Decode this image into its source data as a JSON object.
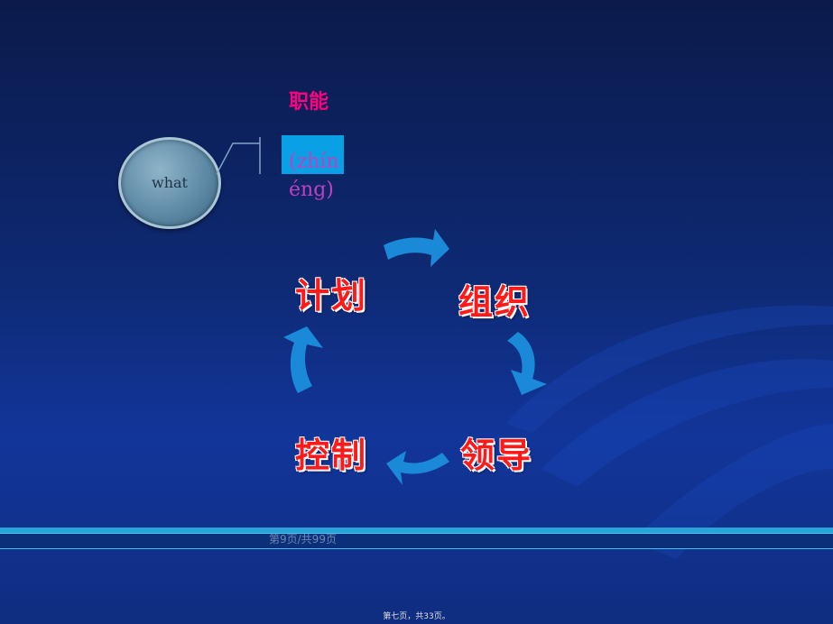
{
  "slide": {
    "circle_label": "what",
    "term": "职能",
    "pinyin": "(zhínéng)",
    "cycle": {
      "plan": "计划",
      "organize": "组织",
      "lead": "领导",
      "control": "控制"
    },
    "footer_text": "第9页/共99页",
    "page_note": "第七页，共33页。"
  },
  "colors": {
    "accent_red": "#ff1a1a",
    "term_pink": "#ff007f",
    "arrow_blue": "#1a8ad8",
    "cyan_box": "#0aa0e6"
  }
}
